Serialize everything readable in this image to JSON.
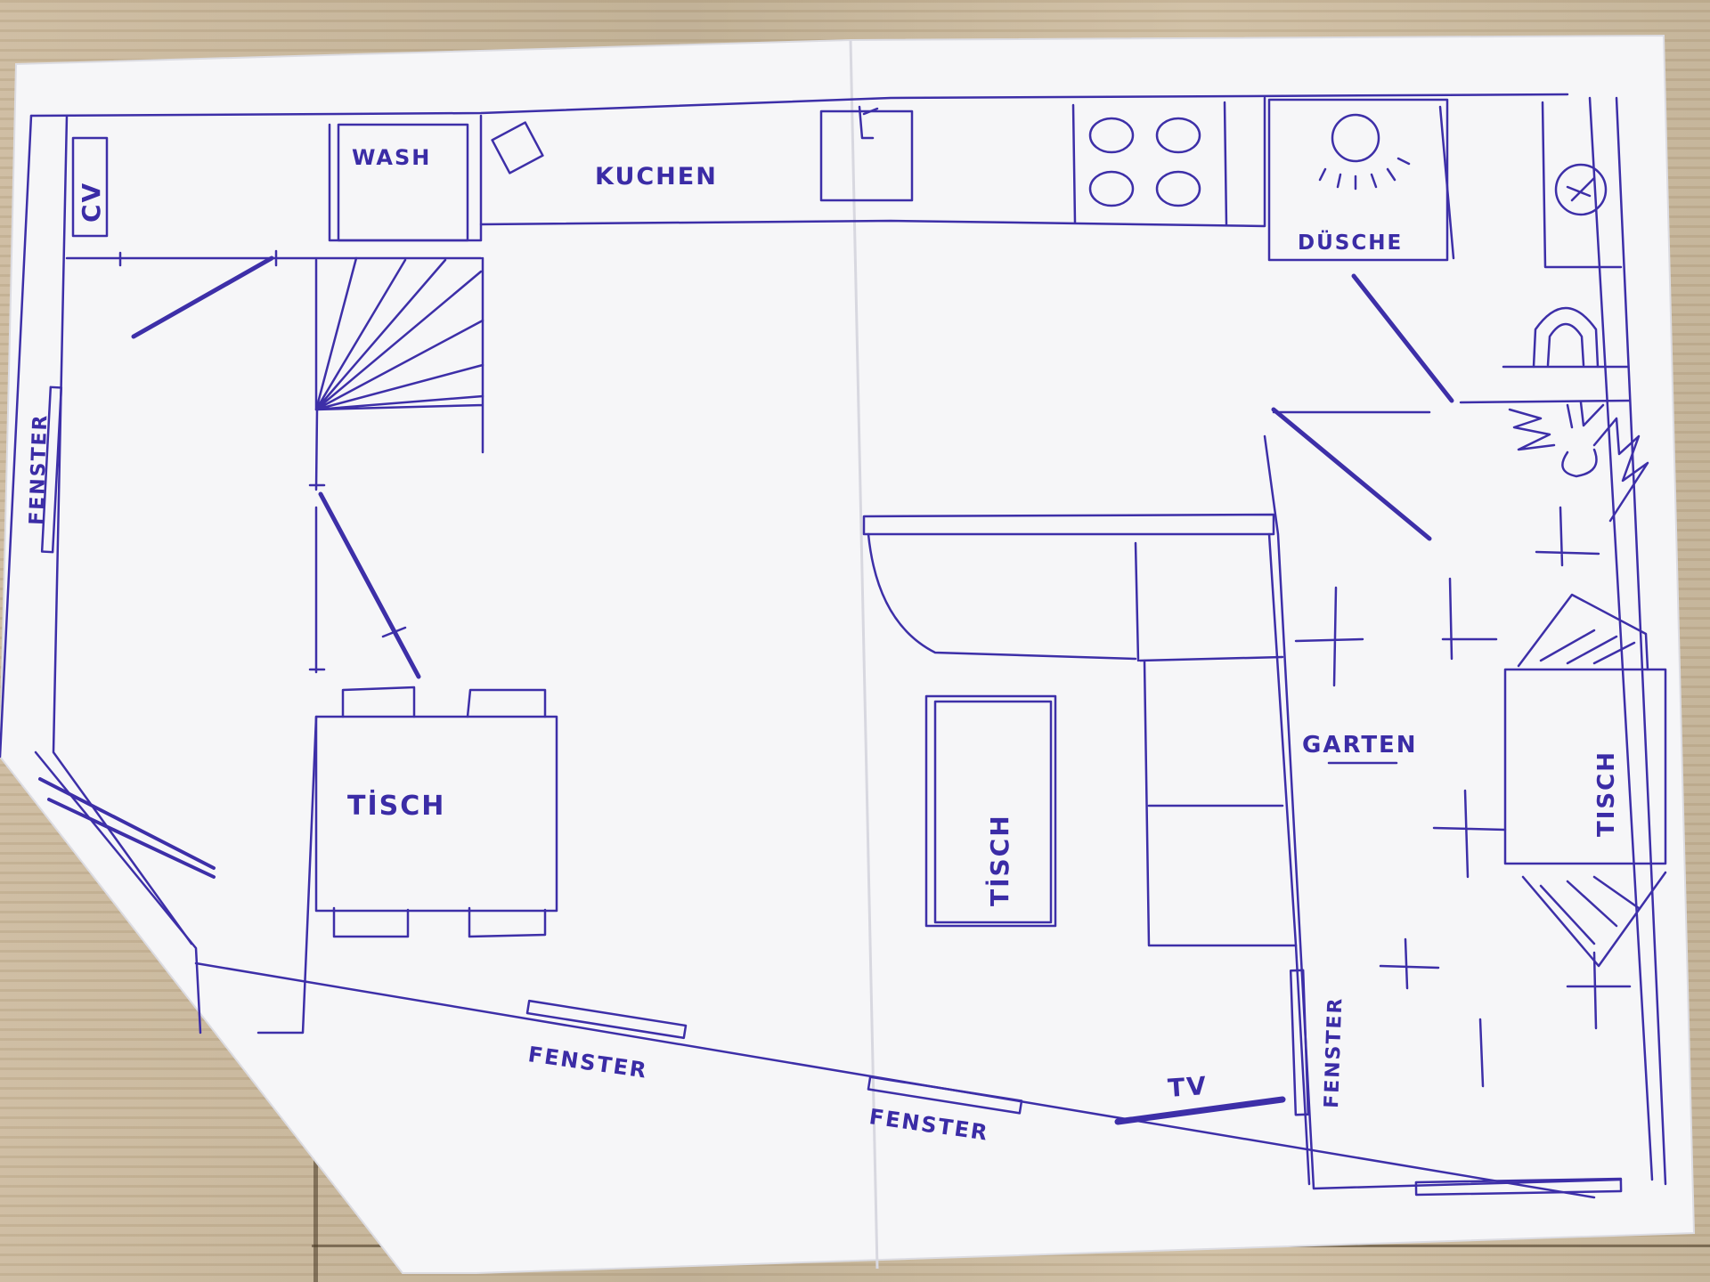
{
  "labels": {
    "cv": "CV",
    "wash": "WASH",
    "kuchen": "KUCHEN",
    "dusche": "DÜSCHE",
    "fenster_left": "FENSTER",
    "tisch_left": "TİSCH",
    "fenster_bottom1": "FENSTER",
    "fenster_bottom2": "FENSTER",
    "tv": "TV",
    "fenster_right": "FENSTER",
    "tisch_middle": "TİSCH",
    "garten": "GARTEN",
    "tisch_right": "TISCH"
  },
  "colors": {
    "ink": "#3d2fa8",
    "paper": "#f7f7f9",
    "wood": "#c9b79b"
  }
}
